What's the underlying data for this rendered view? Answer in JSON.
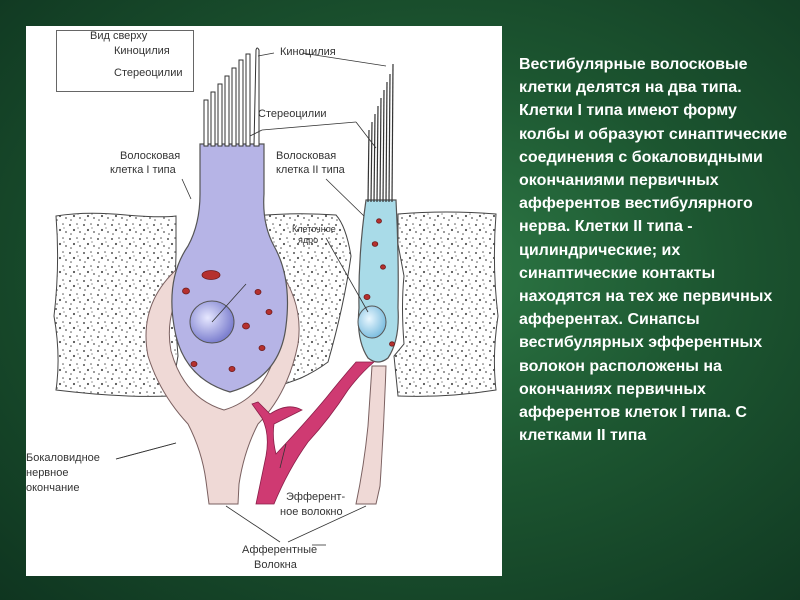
{
  "slide": {
    "text": "Вестибулярные волосковые клетки делятся на два типа. Клетки I типа имеют форму колбы и образуют синаптические соединения с бокаловидными окончаниями первичных афферентов вестибулярного нерва. Клетки II типа - цилиндрические; их синаптические контакты находятся на тех же первичных афферентах. Синапсы вестибулярных эфферентных волокон расположены на окончаниях первичных афферентов клеток I типа. С клетками II типа"
  },
  "diagram": {
    "legend": {
      "title": "Вид сверху",
      "item_kinocilia": "Киноцилия",
      "item_stereocilia": "Стереоцилии"
    },
    "labels": {
      "kinocilia": "Киноцилия",
      "stereocilia": "Стереоцилии",
      "hair_cell_1_line1": "Волосковая",
      "hair_cell_1_line2": "клетка I типа",
      "hair_cell_2_line1": "Волосковая",
      "hair_cell_2_line2": "клетка II типа",
      "nucleus_line1": "Клеточное",
      "nucleus_line2": "ядро",
      "calyx_line1": "Бокаловидное",
      "calyx_line2": "нервное",
      "calyx_line3": "окончание",
      "efferent_line1": "Эфферент-",
      "efferent_line2": "ное волокно",
      "afferent_line1": "Афферентные",
      "afferent_line2": "Волокна"
    },
    "colors": {
      "cell_type1": "#b6b4e6",
      "cell_type2": "#a9dbe8",
      "calyx": "#efd9d6",
      "efferent": "#cf3a72",
      "organelle": "#b5302e",
      "nucleus": "#8c8fd8",
      "tissue_dots": "#555555"
    }
  }
}
